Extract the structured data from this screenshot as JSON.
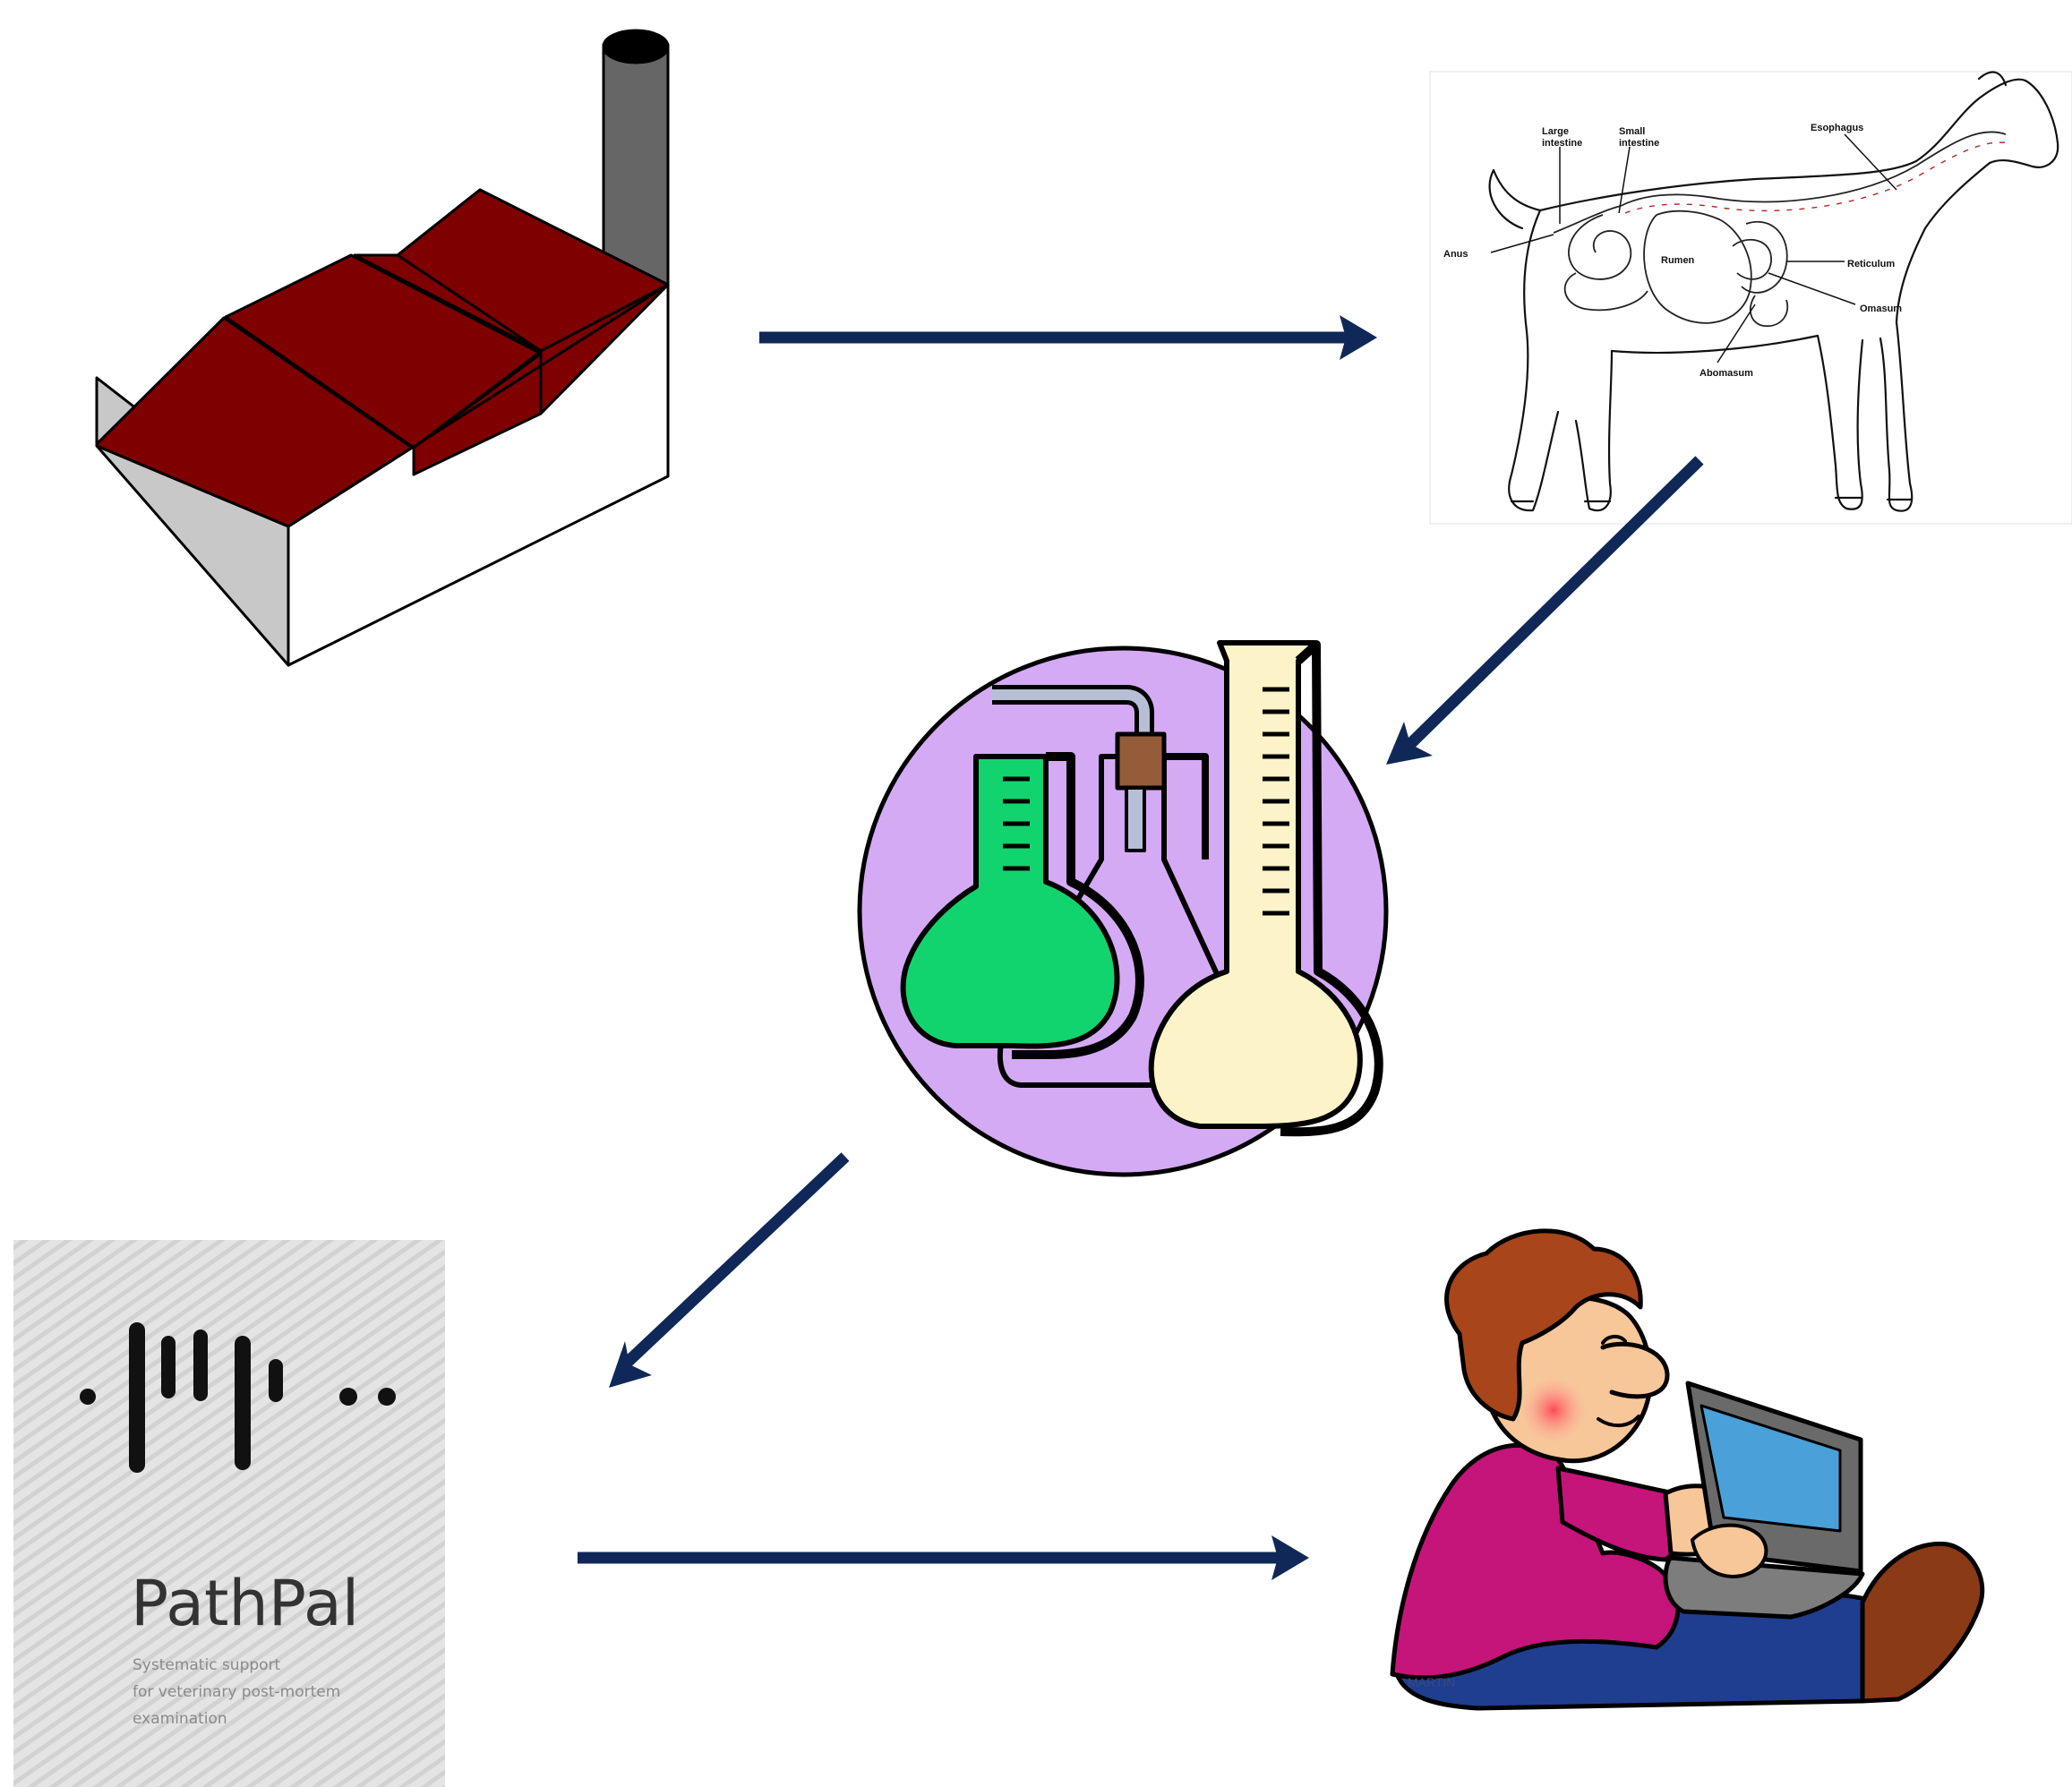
{
  "colors": {
    "arrow": "#0f2857",
    "factory_roof": "#7e0000",
    "factory_wall_front": "#c8c8c8",
    "chimney": "#666666",
    "lab_circle": "#d4aaf5",
    "flask_green": "#12d46f",
    "flask_cream": "#fdf3c8",
    "person_shirt": "#c5147a",
    "person_pants": "#1f3e90",
    "person_hair": "#a8451a",
    "laptop_screen": "#4aa0d8"
  },
  "nodes": [
    {
      "id": "factory",
      "icon": "factory-icon"
    },
    {
      "id": "goat",
      "icon": "goat-digestive-diagram-icon"
    },
    {
      "id": "lab",
      "icon": "lab-flasks-icon"
    },
    {
      "id": "pathpal",
      "icon": "pathpal-logo"
    },
    {
      "id": "person",
      "icon": "person-laptop-icon"
    }
  ],
  "goat_labels": {
    "large_intestine": [
      "Large",
      "intestine"
    ],
    "small_intestine": [
      "Small",
      "intestine"
    ],
    "esophagus": "Esophagus",
    "anus": "Anus",
    "rumen": "Rumen",
    "reticulum": "Reticulum",
    "omasum": "Omasum",
    "abomasum": "Abomasum"
  },
  "pathpal": {
    "title": "PathPal",
    "subtitle_lines": [
      "Systematic support",
      "for veterinary post-mortem",
      "examination"
    ]
  },
  "person_signature": "MARTIN"
}
